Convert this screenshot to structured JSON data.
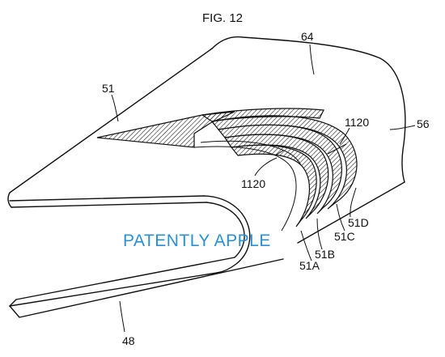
{
  "figure": {
    "title": "FIG. 12",
    "watermark": "PATENTLY APPLE",
    "watermark_color": "#2a8fd6",
    "line_color": "#111111",
    "labels": {
      "l64": "64",
      "l51": "51",
      "l56": "56",
      "l1120_top": "1120",
      "l1120_left": "1120",
      "l51D": "51D",
      "l51C": "51C",
      "l51B": "51B",
      "l51A": "51A",
      "l48": "48"
    }
  }
}
